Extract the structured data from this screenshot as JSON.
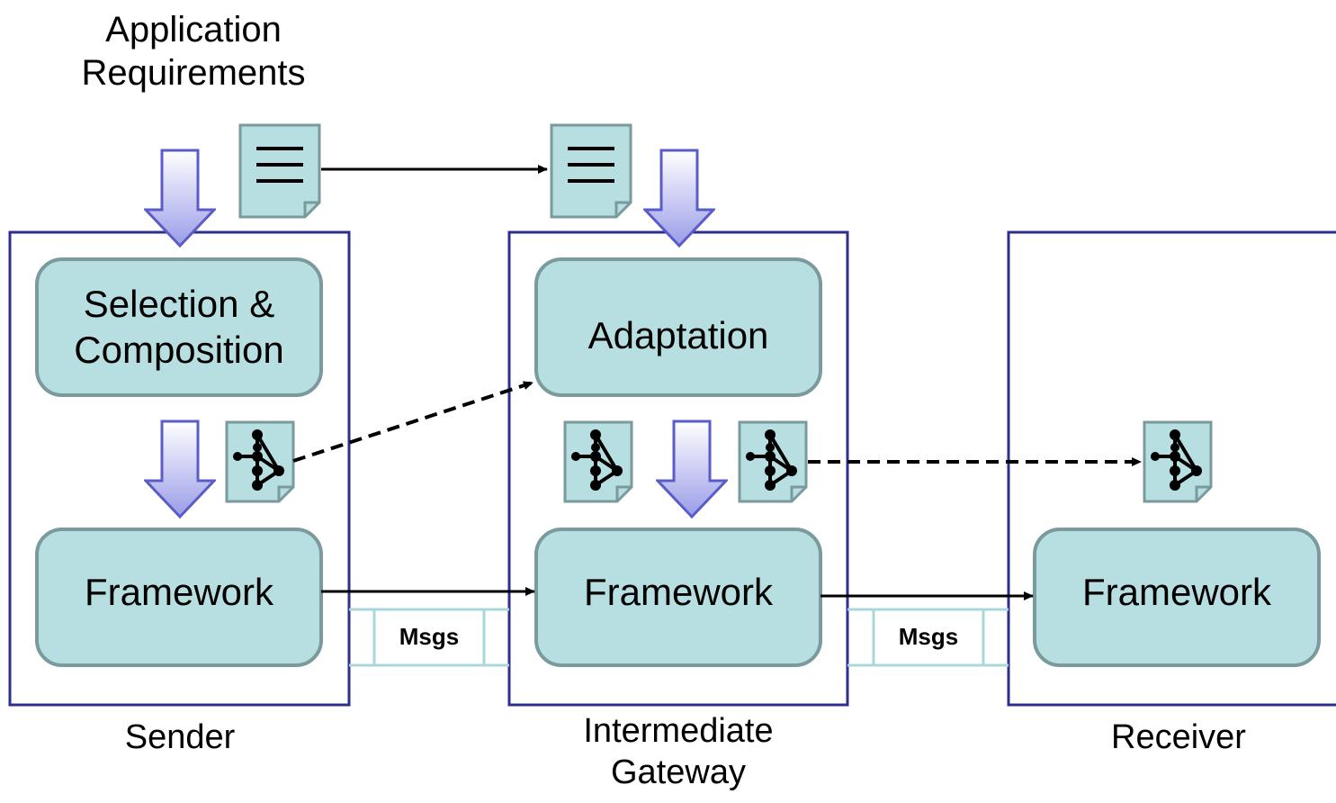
{
  "application_requirements": "Application\nRequirements",
  "sender": {
    "label": "Sender",
    "selection_label": "Selection &\nComposition",
    "framework_label": "Framework"
  },
  "gateway": {
    "label": "Intermediate\nGateway",
    "adaptation_label": "Adaptation",
    "framework_label": "Framework"
  },
  "receiver": {
    "label": "Receiver",
    "framework_label": "Framework"
  },
  "messages": [
    "Msgs",
    "Msgs"
  ],
  "colors": {
    "container_border": "#2e2e8f",
    "node_fill": "#b7dfe1",
    "node_stroke": "#7a9a9c",
    "arrow_gradient_top": "#ffffff",
    "arrow_gradient_bottom": "#9a9ce8",
    "arrow_stroke": "#5a5cc8"
  }
}
